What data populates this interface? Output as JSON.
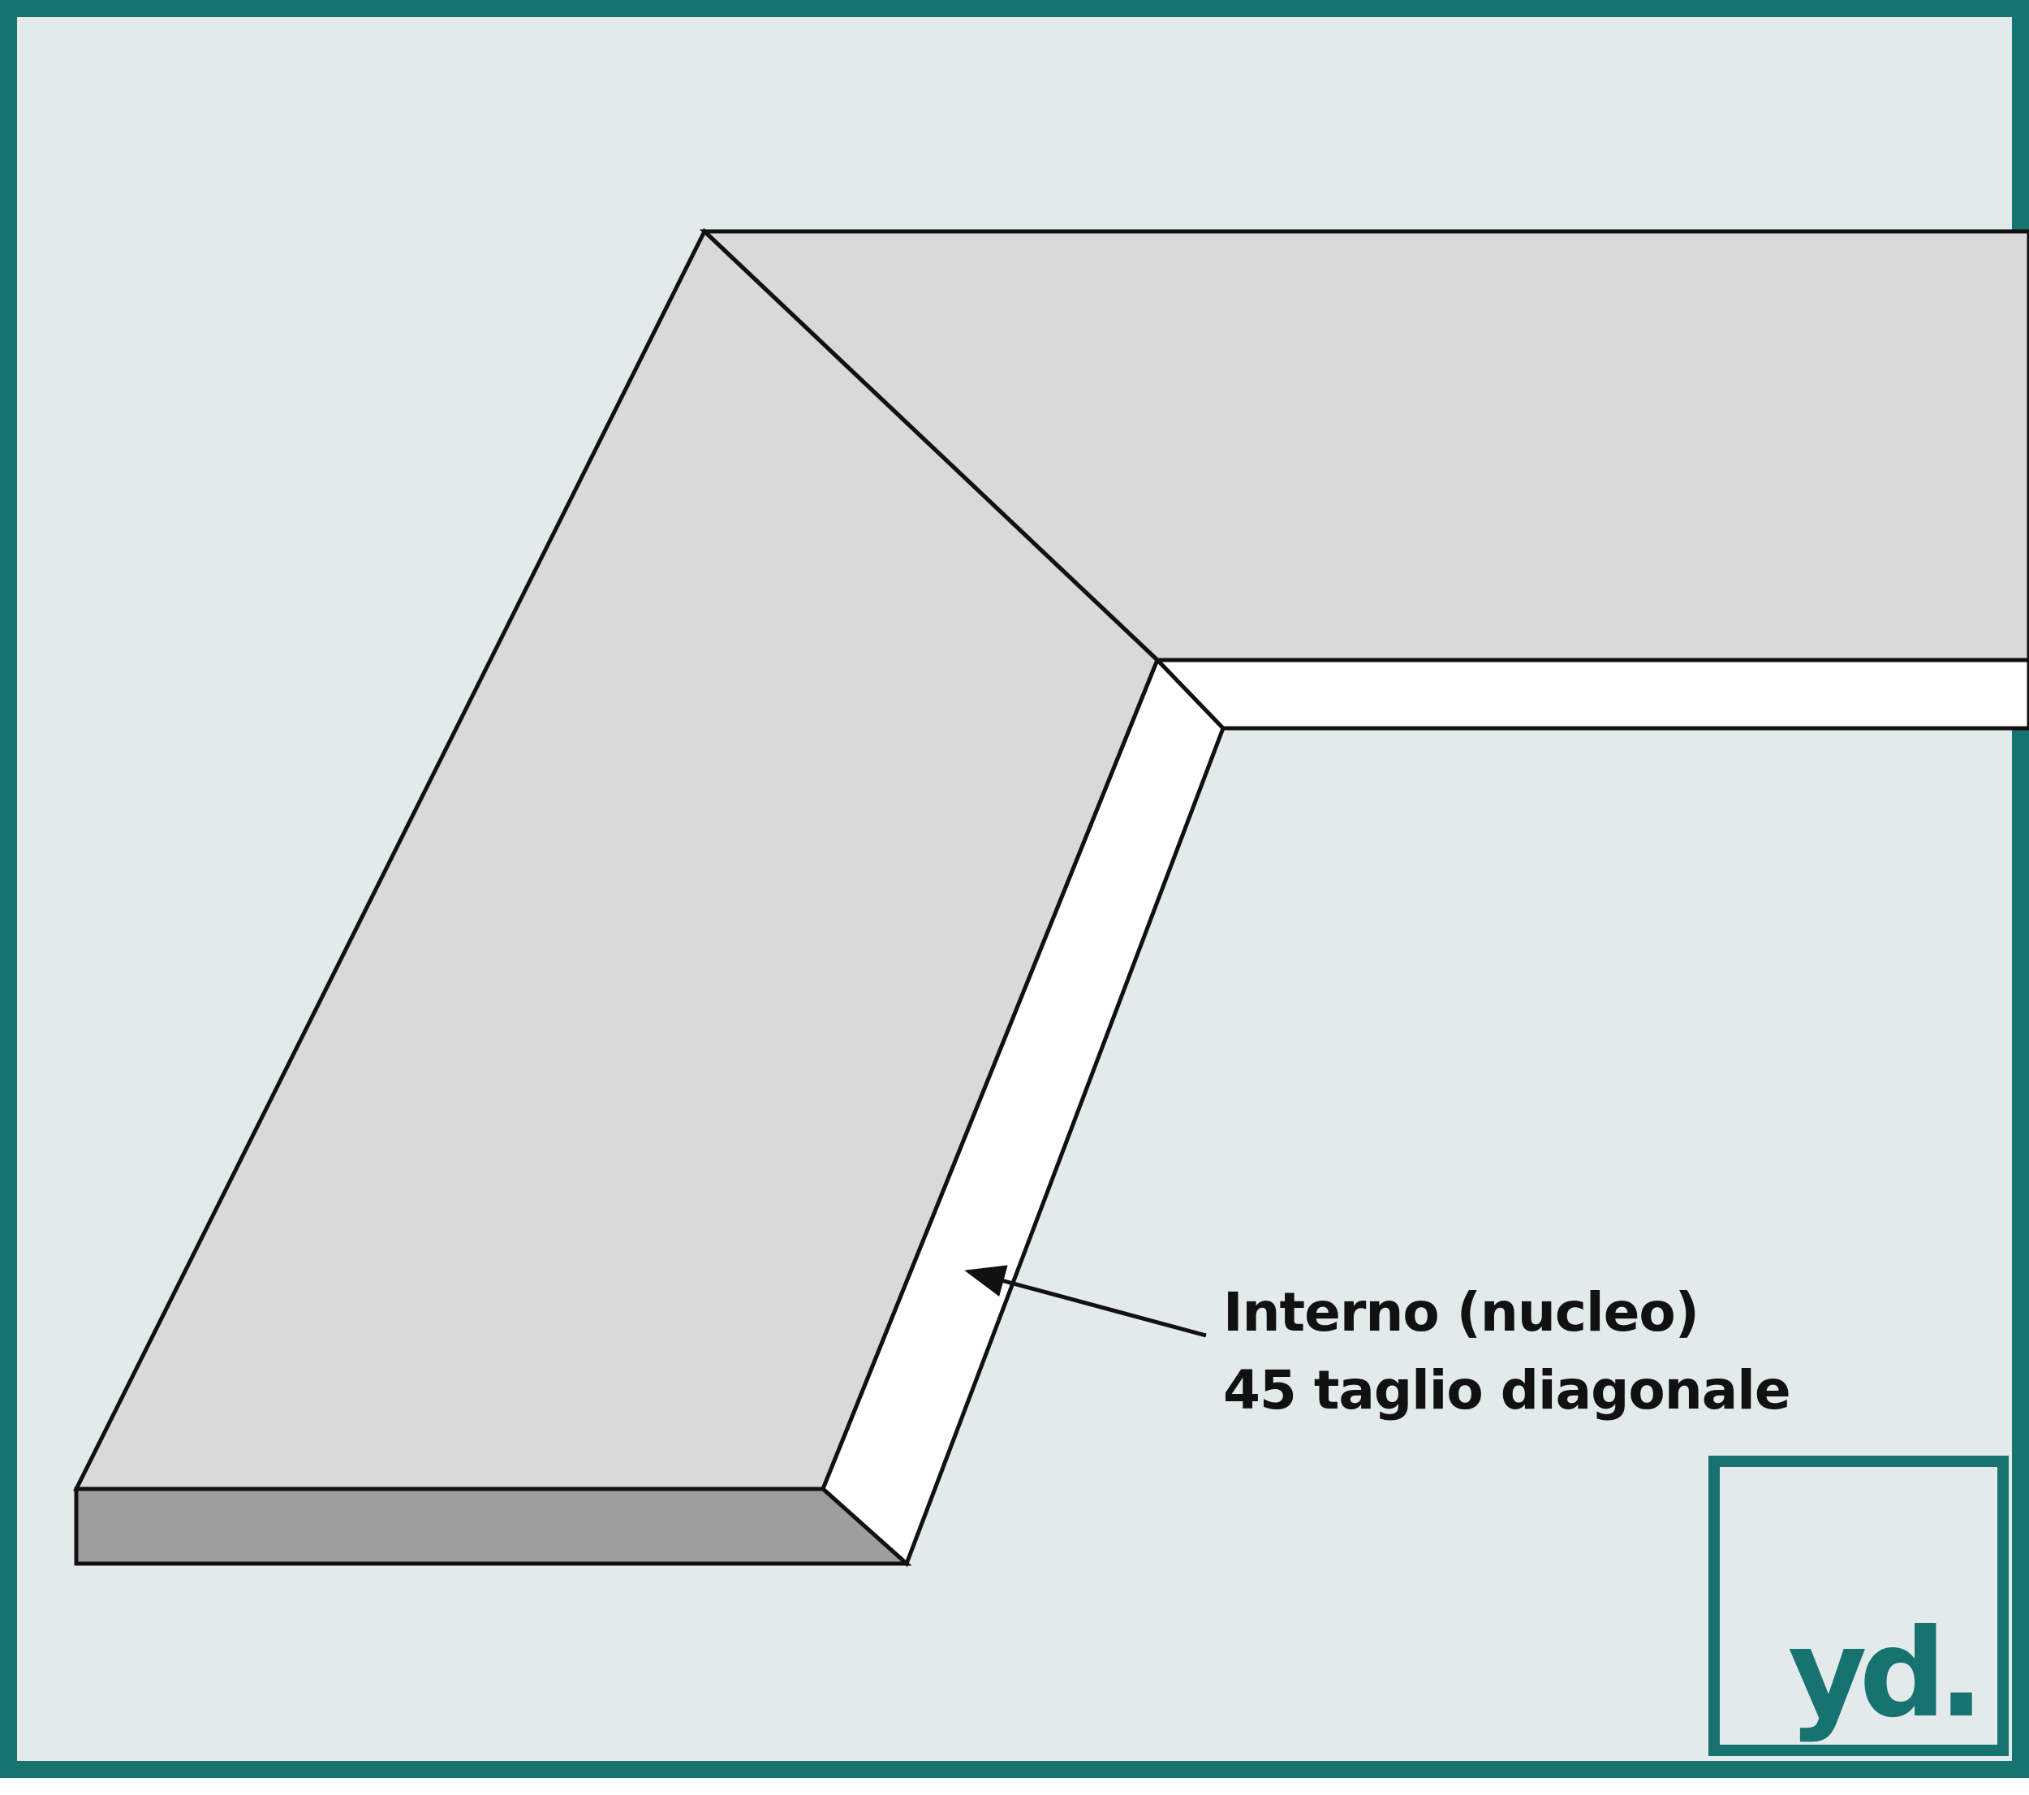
{
  "annotation": {
    "line1": "Interno (nucleo)",
    "line2": "45 taglio diagonale"
  },
  "logo": {
    "text": "yd."
  },
  "colors": {
    "frame": "#17736f",
    "background": "#e3eaec",
    "top_surface": "#d9d9d9",
    "edge_front": "#9e9e9e",
    "core_edge": "#ffffff",
    "outline": "#111111"
  }
}
